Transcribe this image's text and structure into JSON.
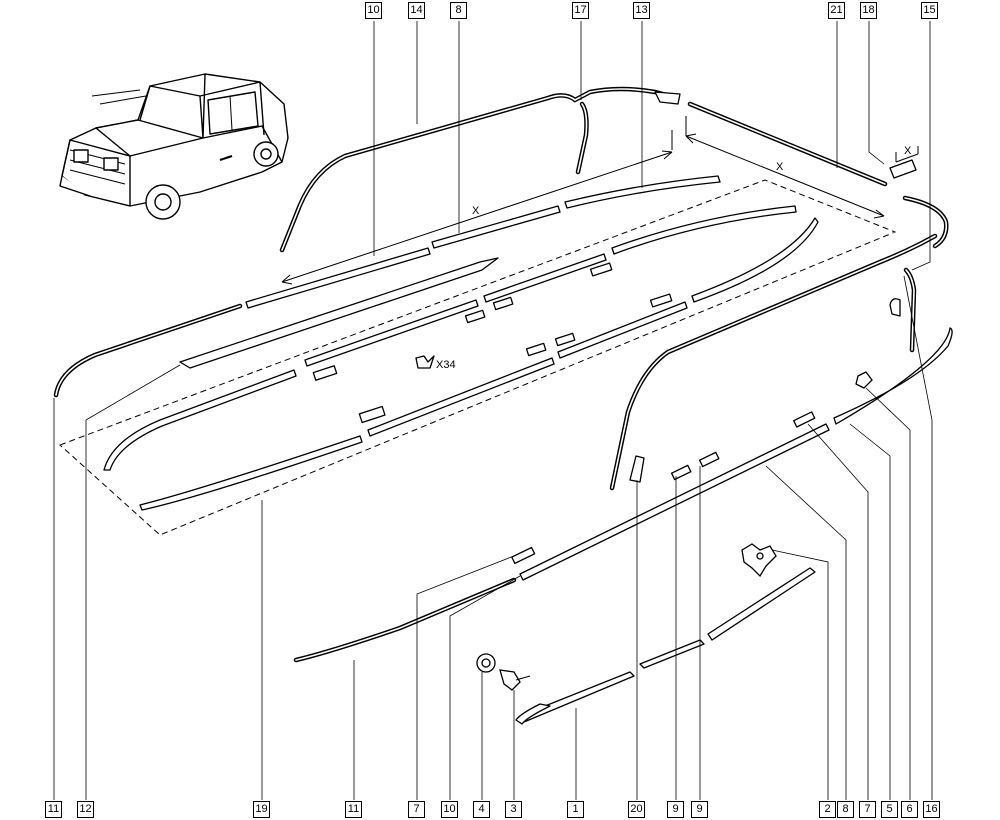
{
  "diagram": {
    "callouts_top": [
      "10",
      "14",
      "8",
      "17",
      "13",
      "21",
      "18",
      "15"
    ],
    "callouts_bottom": [
      "11",
      "12",
      "19",
      "11",
      "7",
      "10",
      "4",
      "3",
      "1",
      "20",
      "9",
      "9",
      "2",
      "8",
      "7",
      "5",
      "6",
      "16"
    ],
    "quantity_label": "X34",
    "dimension_labels": [
      "X",
      "X",
      "X"
    ]
  }
}
